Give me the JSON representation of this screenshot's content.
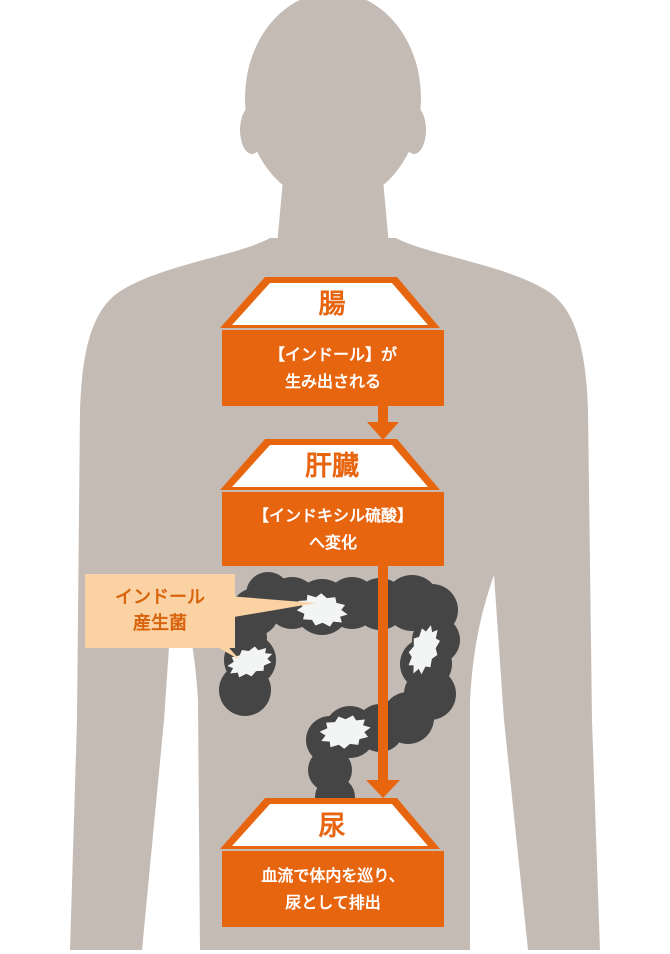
{
  "colors": {
    "body": "#c5bbb5",
    "orange": "#e8650f",
    "intestine": "#454545",
    "bacteria": "#f3f4f4",
    "callout_fill": "#fad2a3",
    "callout_text": "#d9640e"
  },
  "stages": [
    {
      "title": "腸",
      "line1": "【インドール】が",
      "line2": "生み出される"
    },
    {
      "title": "肝臓",
      "line1": "【インドキシル硫酸】",
      "line2": "へ変化"
    },
    {
      "title": "尿",
      "line1": "血流で体内を巡り、",
      "line2": "尿として排出"
    }
  ],
  "callout": {
    "line1": "インドール",
    "line2": "産生菌"
  },
  "icons": {
    "bacteria": "bacteria-icon",
    "arrow": "arrow-down-icon"
  }
}
